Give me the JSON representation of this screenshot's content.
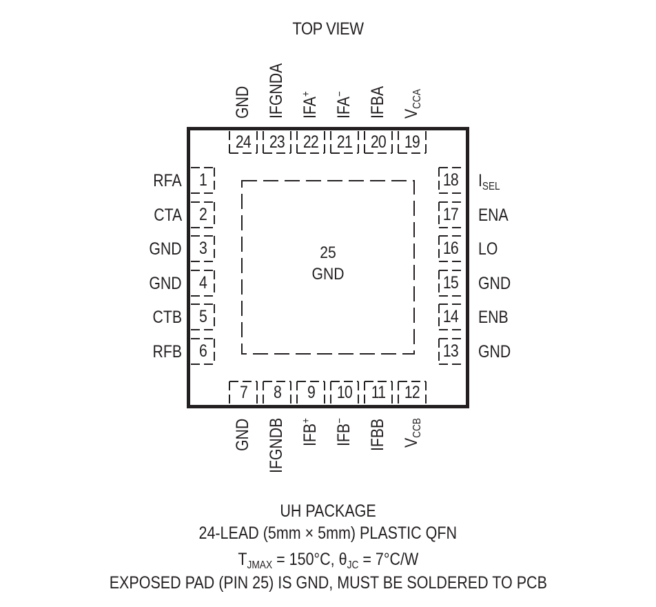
{
  "title": "TOP VIEW",
  "package": {
    "outline_color": "#231f20",
    "exposed_pad": {
      "number": "25",
      "name": "GND"
    }
  },
  "pins": {
    "left": [
      {
        "number": "1",
        "name": "RFA"
      },
      {
        "number": "2",
        "name": "CTA"
      },
      {
        "number": "3",
        "name": "GND"
      },
      {
        "number": "4",
        "name": "GND"
      },
      {
        "number": "5",
        "name": "CTB"
      },
      {
        "number": "6",
        "name": "RFB"
      }
    ],
    "bottom": [
      {
        "number": "7",
        "name": "GND",
        "base": "GND",
        "script": ""
      },
      {
        "number": "8",
        "name": "IFGNDB",
        "base": "IFGNDB",
        "script": ""
      },
      {
        "number": "9",
        "name": "IFB+",
        "base": "IFB",
        "script": "+"
      },
      {
        "number": "10",
        "name": "IFB−",
        "base": "IFB",
        "script": "−"
      },
      {
        "number": "11",
        "name": "IFBB",
        "base": "IFBB",
        "script": ""
      },
      {
        "number": "12",
        "name": "VCCB",
        "base": "V",
        "sub": "CCB"
      }
    ],
    "right": [
      {
        "number": "13",
        "name": "GND"
      },
      {
        "number": "14",
        "name": "ENB"
      },
      {
        "number": "15",
        "name": "GND"
      },
      {
        "number": "16",
        "name": "LO"
      },
      {
        "number": "17",
        "name": "ENA"
      },
      {
        "number": "18",
        "name": "ISEL",
        "base": "I",
        "sub": "SEL"
      }
    ],
    "top": [
      {
        "number": "19",
        "name": "VCCA",
        "base": "V",
        "sub": "CCA"
      },
      {
        "number": "20",
        "name": "IFBA",
        "base": "IFBA",
        "script": ""
      },
      {
        "number": "21",
        "name": "IFA−",
        "base": "IFA",
        "script": "−"
      },
      {
        "number": "22",
        "name": "IFA+",
        "base": "IFA",
        "script": "+"
      },
      {
        "number": "23",
        "name": "IFGNDA",
        "base": "IFGNDA",
        "script": ""
      },
      {
        "number": "24",
        "name": "GND",
        "base": "GND",
        "script": ""
      }
    ]
  },
  "footer": {
    "line1": "UH PACKAGE",
    "line2": "24-LEAD (5mm × 5mm) PLASTIC QFN",
    "line3": {
      "t_symbol": "T",
      "t_sub": "JMAX",
      "t_value": " = 150°C, ",
      "theta_symbol": "θ",
      "theta_sub": "JC",
      "theta_value": " = 7°C/W"
    },
    "line4": "EXPOSED PAD (PIN 25) IS GND, MUST BE SOLDERED TO PCB"
  }
}
